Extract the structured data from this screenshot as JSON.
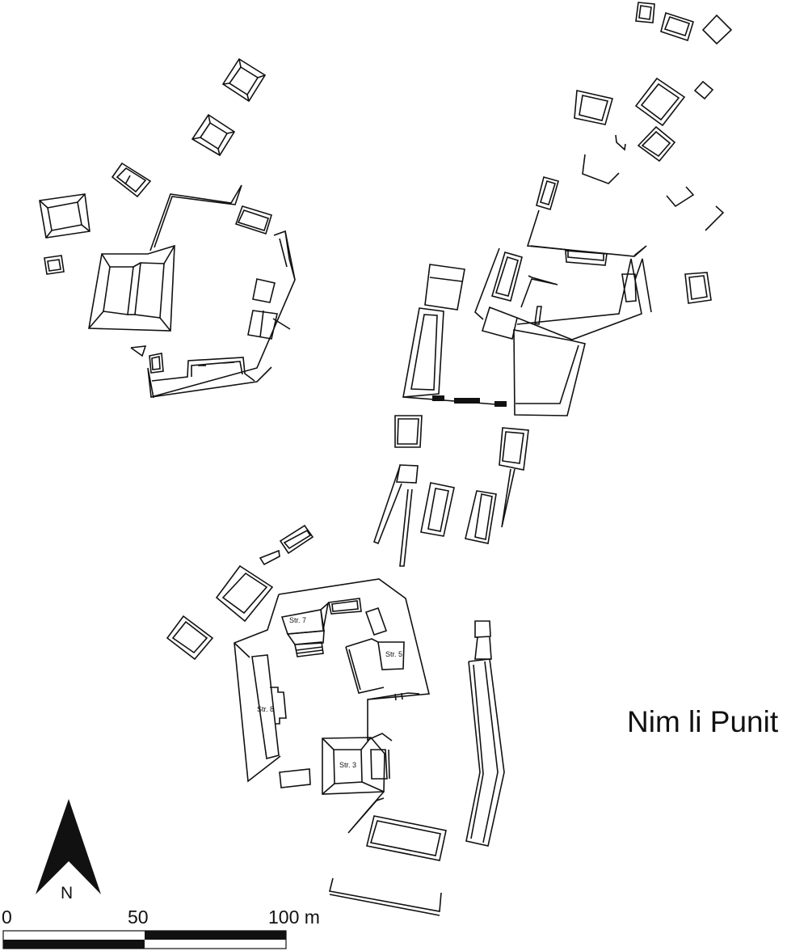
{
  "map": {
    "title": "Nim li Punit",
    "type": "archaeological site plan",
    "background_color": "#ffffff",
    "line_color": "#111111",
    "structure_labels": [
      {
        "id": "str7",
        "label": "Str. 7"
      },
      {
        "id": "str5",
        "label": "Str. 5"
      },
      {
        "id": "str8",
        "label": "Str. 8"
      },
      {
        "id": "str3",
        "label": "Str. 3"
      }
    ],
    "north_arrow": {
      "icon": "north-arrow-icon",
      "label": "N"
    },
    "scale_bar": {
      "ticks": [
        "0",
        "50",
        "100 m"
      ],
      "unit": "m",
      "max": 100,
      "colors": {
        "dark": "#111111",
        "light": "#ffffff"
      }
    }
  }
}
